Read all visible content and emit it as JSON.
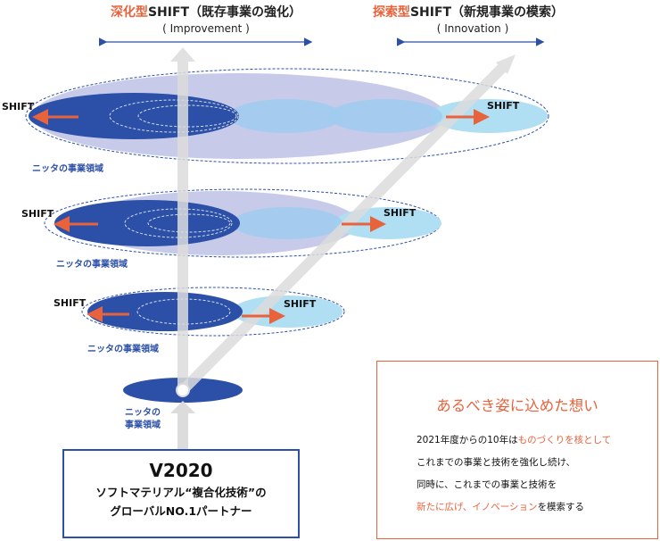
{
  "header_left": {
    "accent": "深化型",
    "rest": "SHIFT（既存事業の強化）",
    "sub": "( Improvement )"
  },
  "header_right": {
    "accent": "探索型",
    "rest": "SHIFT（新規事業の模索）",
    "sub": "( Innovation )"
  },
  "shift_label": "SHIFT",
  "domain_label": "ニッタの事業領域",
  "base_domain": {
    "line1": "ニッタの",
    "line2": "事業領域"
  },
  "v2020": {
    "title": "V2020",
    "line1": "ソフトマテリアル“複合化技術”の",
    "line2": "グローバルNO.1パートナー"
  },
  "message": {
    "title": "あるべき姿に込めた想い",
    "l1_a": "2021年度からの10年は",
    "l1_b": "ものづくりを核として",
    "l2": "これまでの事業と技術を強化し続け、",
    "l3": "同時に、これまでの事業と技術を",
    "l4_a": "新たに広げ、イノベーション",
    "l4_b": "を模索する"
  },
  "colors": {
    "accent": "#e8623c",
    "navy": "#2c50a8",
    "light_blue": "#b0def2",
    "lavender": "#c7cbe9",
    "arrow_gray": "#dcdcdc"
  }
}
